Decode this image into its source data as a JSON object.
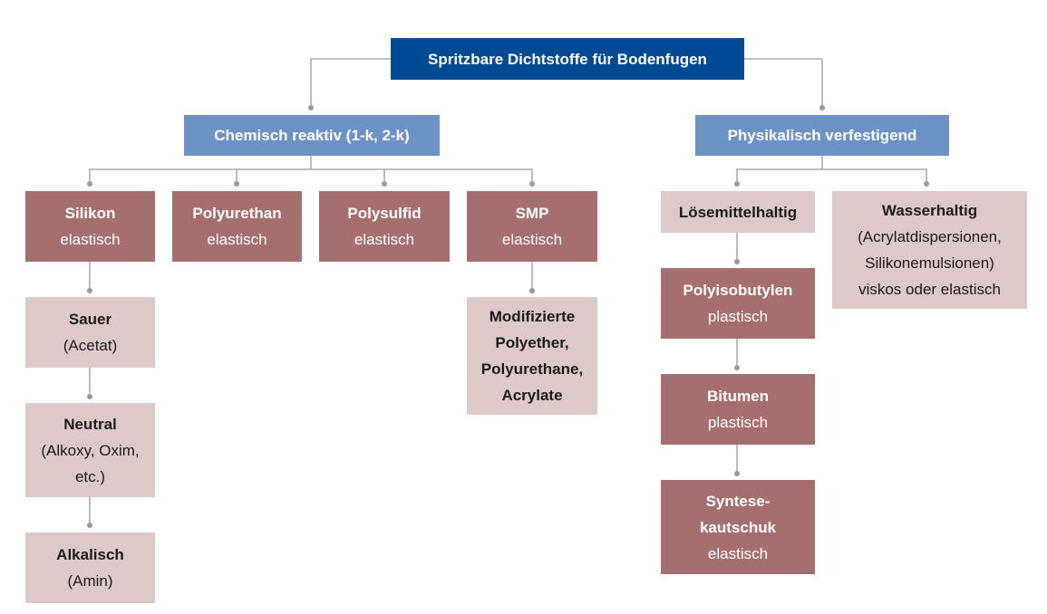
{
  "root": {
    "title": "Spritzbare Dichtstoffe für Bodenfugen"
  },
  "categories": {
    "chemical": "Chemisch reaktiv (1-k, 2-k)",
    "physical": "Physikalisch verfestigend"
  },
  "chemical": {
    "silikon": {
      "title": "Silikon",
      "sub": "elastisch"
    },
    "polyurethan": {
      "title": "Polyurethan",
      "sub": "elastisch"
    },
    "polysulfid": {
      "title": "Polysulfid",
      "sub": "elastisch"
    },
    "smp": {
      "title": "SMP",
      "sub": "elastisch"
    },
    "sauer": {
      "title": "Sauer",
      "sub": "(Acetat)"
    },
    "neutral": {
      "title": "Neutral",
      "sub1": "(Alkoxy, Oxim,",
      "sub2": "etc.)"
    },
    "alkalisch": {
      "title": "Alkalisch",
      "sub": "(Amin)"
    },
    "modifizierte": {
      "l1": "Modifizierte",
      "l2": "Polyether,",
      "l3": "Polyurethane,",
      "l4": "Acrylate"
    }
  },
  "physical": {
    "loesemittel": {
      "title": "Lösemittelhaltig"
    },
    "wasser": {
      "title": "Wasserhaltig",
      "l1": "(Acrylatdispersionen,",
      "l2": "Silikonemulsionen)",
      "l3": "viskos oder elastisch"
    },
    "polyisobutylen": {
      "title": "Polyisobutylen",
      "sub": "plastisch"
    },
    "bitumen": {
      "title": "Bitumen",
      "sub": "plastisch"
    },
    "syntese": {
      "l1": "Syntese-",
      "l2": "kautschuk",
      "sub": "elastisch"
    }
  },
  "colors": {
    "root": "#004a93",
    "category": "#6b93c6",
    "dark": "#a56f70",
    "light": "#dec9c9",
    "line": "#9a9a9a"
  }
}
